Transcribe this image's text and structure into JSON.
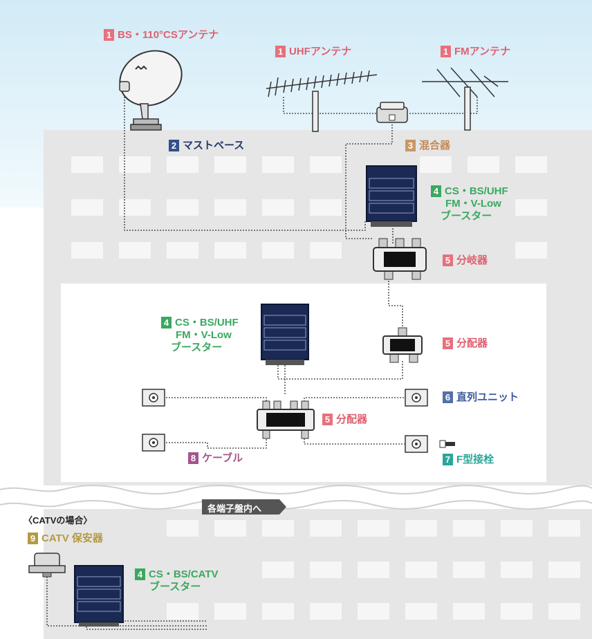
{
  "labels": {
    "bs_antenna": {
      "num": "1",
      "text": "BS・110°CSアンテナ"
    },
    "uhf_antenna": {
      "num": "1",
      "text": "UHFアンテナ"
    },
    "fm_antenna": {
      "num": "1",
      "text": "FMアンテナ"
    },
    "mast_base": {
      "num": "2",
      "text": "マストベース"
    },
    "mixer": {
      "num": "3",
      "text": "混合器"
    },
    "booster_top": {
      "num": "4",
      "line1": "CS・BS/UHF",
      "line2": "FM・V-Low",
      "line3": "ブースター"
    },
    "branch": {
      "num": "5",
      "text": "分岐器"
    },
    "booster_mid": {
      "num": "4",
      "line1": "CS・BS/UHF",
      "line2": "FM・V-Low",
      "line3": "ブースター"
    },
    "splitter_mid": {
      "num": "5",
      "text": "分配器"
    },
    "series_unit": {
      "num": "6",
      "text": "直列ユニット"
    },
    "splitter_low": {
      "num": "5",
      "text": "分配器"
    },
    "cable": {
      "num": "8",
      "text": "ケーブル"
    },
    "f_connector": {
      "num": "7",
      "text": "F型接栓"
    },
    "catv_case": {
      "text": "〈CATVの場合〉"
    },
    "catv_protector": {
      "num": "9",
      "text": "CATV 保安器"
    },
    "booster_catv": {
      "num": "4",
      "line1": "CS・BS/CATV",
      "line2": "ブースター"
    },
    "to_terminals": {
      "text": "各端子盤内へ"
    }
  }
}
